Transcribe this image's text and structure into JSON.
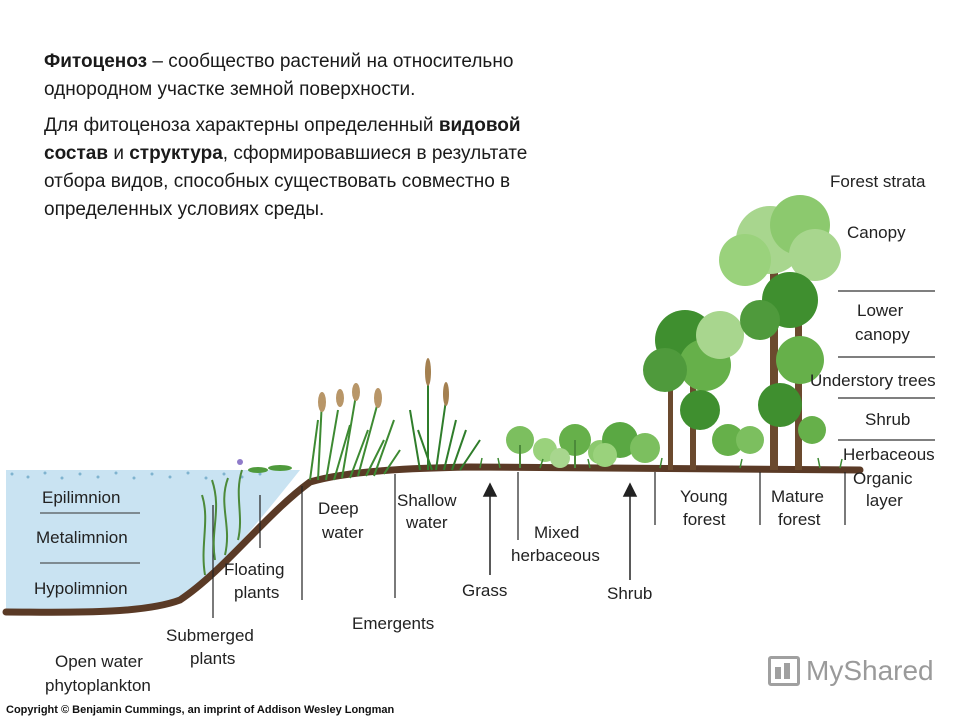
{
  "text": {
    "p1_term": "Фитоценоз",
    "p1_rest": " – сообщество растений на относительно однородном участке земной поверхности.",
    "p2_a": "Для фитоценоза характерны определенный ",
    "p2_b1": "видовой состав",
    "p2_c": " и ",
    "p2_b2": "структура",
    "p2_d": ", сформировавшиеся в результате отбора видов, способных существовать совместно в определенных условиях среды."
  },
  "diagram": {
    "forest_strata_title": "Forest strata",
    "strata": {
      "canopy": "Canopy",
      "lower_1": "Lower",
      "lower_2": "canopy",
      "understory": "Understory trees",
      "shrub": "Shrub",
      "herbaceous": "Herbaceous",
      "organic_1": "Organic",
      "organic_2": "layer"
    },
    "lake_layers": {
      "epilimnion": "Epilimnion",
      "metalimnion": "Metalimnion",
      "hypolimnion": "Hypolimnion"
    },
    "zones": {
      "deep_1": "Deep",
      "deep_2": "water",
      "shallow_1": "Shallow",
      "shallow_2": "water",
      "floating_1": "Floating",
      "floating_2": "plants",
      "submerged_1": "Submerged",
      "submerged_2": "plants",
      "open_1": "Open water",
      "open_2": "phytoplankton",
      "emergents": "Emergents",
      "grass": "Grass",
      "mixed_1": "Mixed",
      "mixed_2": "herbaceous",
      "shrub": "Shrub",
      "young_1": "Young",
      "young_2": "forest",
      "mature_1": "Mature",
      "mature_2": "forest"
    },
    "colors": {
      "water": "#c9e3f2",
      "soil": "#5a3a26",
      "leaf_dark": "#3f8f2f",
      "leaf_mid": "#66b04a",
      "leaf_light": "#a8d68e"
    }
  },
  "copyright": "Copyright © Benjamin Cummings, an imprint of Addison Wesley Longman",
  "watermark": "MyShared"
}
